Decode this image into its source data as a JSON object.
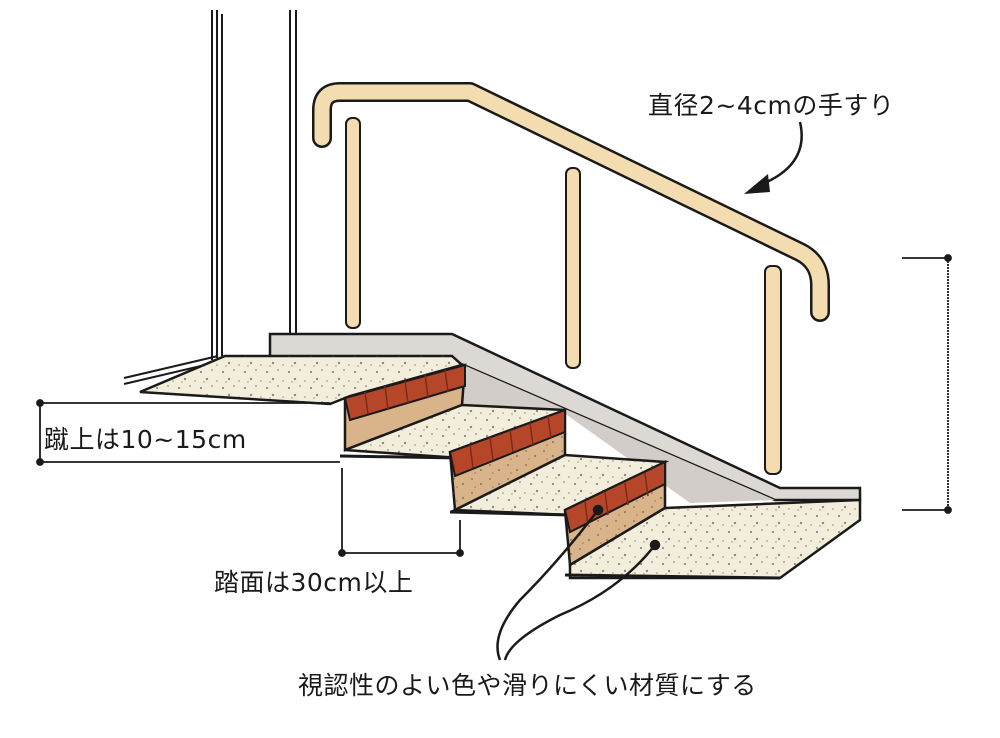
{
  "labels": {
    "handrail": "直径2~4cmの手すり",
    "riser": "蹴上は10~15cm",
    "tread": "踏面は30cm以上",
    "material": "視認性のよい色や滑りにくい材質にする"
  },
  "colors": {
    "outline": "#1a1a1a",
    "handrail": "#f2dcb0",
    "handrail_shade": "#d9b982",
    "ramp_fill": "#dcd8d4",
    "tread_fill": "#f3eedb",
    "riser_fill": "#d9b48a",
    "brick": "#b5462a",
    "brick_dark": "#7d2a17",
    "speckle": "#3a3a3a"
  }
}
